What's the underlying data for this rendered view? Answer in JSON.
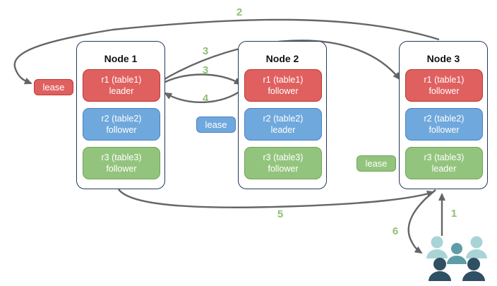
{
  "nodes": [
    {
      "title": "Node 1",
      "replicas": [
        {
          "name": "r1 (table1)",
          "role": "leader",
          "color": "#e06060"
        },
        {
          "name": "r2 (table2)",
          "role": "follower",
          "color": "#6fa8dc"
        },
        {
          "name": "r3 (table3)",
          "role": "follower",
          "color": "#93c47d"
        }
      ]
    },
    {
      "title": "Node 2",
      "replicas": [
        {
          "name": "r1 (table1)",
          "role": "follower",
          "color": "#e06060"
        },
        {
          "name": "r2 (table2)",
          "role": "leader",
          "color": "#6fa8dc"
        },
        {
          "name": "r3 (table3)",
          "role": "follower",
          "color": "#93c47d"
        }
      ]
    },
    {
      "title": "Node 3",
      "replicas": [
        {
          "name": "r1 (table1)",
          "role": "follower",
          "color": "#e06060"
        },
        {
          "name": "r2 (table2)",
          "role": "follower",
          "color": "#6fa8dc"
        },
        {
          "name": "r3 (table3)",
          "role": "leader",
          "color": "#93c47d"
        }
      ]
    }
  ],
  "lease_labels": [
    {
      "text": "lease",
      "color": "#e06060"
    },
    {
      "text": "lease",
      "color": "#6fa8dc"
    },
    {
      "text": "lease",
      "color": "#93c47d"
    }
  ],
  "step_labels": {
    "step1": "1",
    "step2": "2",
    "step3_long": "3",
    "step3_short": "3",
    "step4": "4",
    "step5": "5",
    "step6": "6"
  },
  "icons": {
    "users_icon": "group-of-users"
  },
  "colors": {
    "replica_red": "#e06060",
    "replica_red_border": "#b93a32",
    "replica_blue": "#6fa8dc",
    "replica_blue_border": "#4a81c4",
    "replica_green": "#93c47d",
    "replica_green_border": "#6fa455",
    "node_border": "#23395b",
    "arrow": "#666666",
    "step_label": "#8fbf72",
    "users_light": "#a9d4d6",
    "users_mid": "#5f9da6",
    "users_dark": "#2f4f63"
  }
}
